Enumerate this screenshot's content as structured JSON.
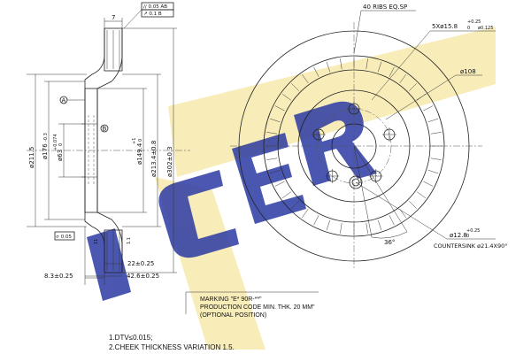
{
  "watermark": {
    "text": "ICER",
    "color": "#f5e39a",
    "accent": "#2a3a9f"
  },
  "tolerance_frames": {
    "parallel": "// 0.05 AB",
    "runout": "↗ 0.1 B"
  },
  "section_view": {
    "width_top": "7",
    "d_outer": "ø211.5",
    "d_176": "ø176",
    "d_176_tol": "-0.3",
    "d_63": "ø63",
    "d_63_tol": "+0.074",
    "d_63_tol_low": "0",
    "d_149": "ø149.4",
    "d_149_tol_up": "+1",
    "d_149_tol_low": "0",
    "d_213": "ø213.4±0.8",
    "d_302": "ø302±0.3",
    "datum_a": "A",
    "datum_b": "B",
    "flatness_frame": "⌭ 0.05",
    "thick_frame_a": "11",
    "thick_frame_b": "1.1",
    "dim_22": "22±0.25",
    "dim_42": "42.6±0.25",
    "dim_8": "8.3±0.25"
  },
  "front_view": {
    "ribs": "40 RIBS EQ.SP",
    "holes": "5Xø15.8",
    "holes_tol": "+0.25",
    "holes_tol_low": "0",
    "holes_extra": "ø0.125",
    "pcd": "ø108",
    "angle": "36°",
    "locator": "ø12.8",
    "locator_tol": "+0.25",
    "locator_tol_low": "0",
    "countersink": "COUNTERSINK ø21.4X90°"
  },
  "marking": {
    "line1": "MARKING \"E* 90R-**\"",
    "line2": "PRODUCTION CODE  MIN. THK. 20 MM\"",
    "line3": "(OPTIONAL POSITION)"
  },
  "notes": {
    "line1": "1.DTV≤0.015;",
    "line2": "2.CHEEK THICKNESS VARIATION 1.5."
  }
}
